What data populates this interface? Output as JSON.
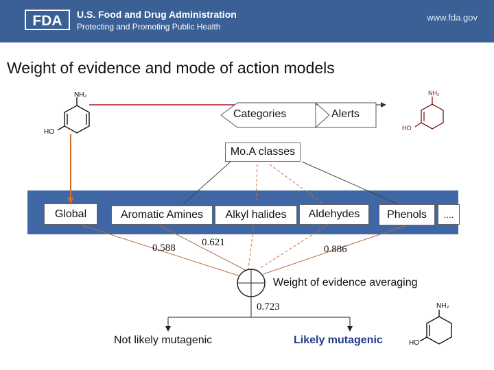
{
  "header": {
    "agency_name": "U.S. Food and Drug Administration",
    "tagline": "Protecting and Promoting Public Health",
    "website": "www.fda.gov",
    "logo_text": "FDA"
  },
  "slide": {
    "title": "Weight of evidence and mode of action models"
  },
  "diagram": {
    "categories": "Categories",
    "alerts": "Alerts",
    "moa_classes": "Mo.A classes",
    "global": "Global",
    "classes": [
      "Aromatic Amines",
      "Alkyl halides",
      "Aldehydes",
      "Phenols",
      "...."
    ],
    "scores": {
      "global": "0.588",
      "aromatic_amines": "0.621",
      "phenols": "0.886",
      "combined": "0.723"
    },
    "averaging": "Weight of evidence averaging",
    "outcome_negative": "Not likely mutagenic",
    "outcome_positive": "Likely mutagenic",
    "molecule": {
      "amine_label": "NH₂",
      "hydroxyl_label": "HO"
    },
    "colors": {
      "red_line": "#b0162a",
      "orange_line": "#d86a2a",
      "band": "#3f66a5",
      "header": "#3b6096",
      "positive_text": "#1f3a8a"
    }
  }
}
